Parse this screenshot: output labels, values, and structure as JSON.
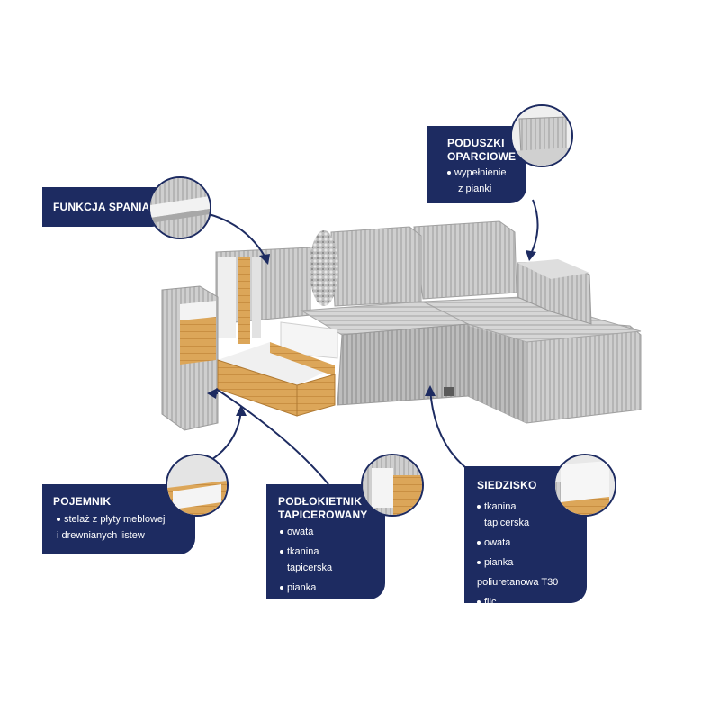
{
  "colors": {
    "panel": "#1d2b61",
    "fabric": "#c9c9c9",
    "wood": "#d9a457",
    "foam": "#f2f2f2"
  },
  "callouts": {
    "funkcja": {
      "title": "FUNKCJA SPANIA"
    },
    "poduszki": {
      "title_line1": "PODUSZKI",
      "title_line2": "OPARCIOWE",
      "items": [
        {
          "line1": "wypełnienie",
          "line2": "z pianki"
        }
      ]
    },
    "pojemnik": {
      "title": "POJEMNIK",
      "items": [
        {
          "line1": "stelaż z płyty meblowej",
          "line2": "i drewnianych listew"
        }
      ]
    },
    "podlokietnik": {
      "title_line1": "PODŁOKIETNIK",
      "title_line2": "TAPICEROWANY",
      "items": [
        {
          "line1": "owata"
        },
        {
          "line1": "tkanina",
          "line2": "tapicerska"
        },
        {
          "line1": "pianka"
        }
      ]
    },
    "siedzisko": {
      "title": "SIEDZISKO",
      "items": [
        {
          "line1": "tkanina",
          "line2": "tapicerska"
        },
        {
          "line1": "owata"
        },
        {
          "line1": "pianka",
          "line2": "poliuretanowa T30"
        },
        {
          "line1": "filc"
        }
      ]
    }
  }
}
